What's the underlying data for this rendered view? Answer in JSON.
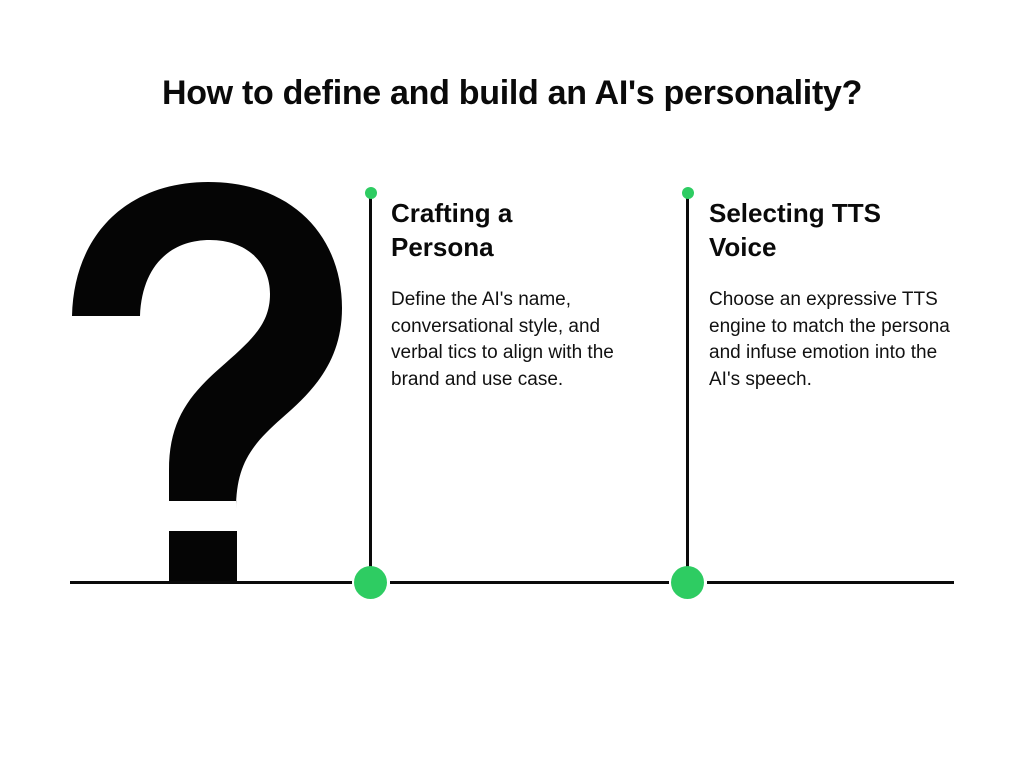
{
  "header": {
    "title": "How to define and build an AI's personality?"
  },
  "graphic": {
    "icon": "question-mark-icon",
    "glyph": "?"
  },
  "steps": [
    {
      "title": "Crafting a Persona",
      "description": "Define the AI's name, conversational style, and verbal tics to align with the brand and use case."
    },
    {
      "title": "Selecting TTS Voice",
      "description": "Choose an expressive TTS engine to match the persona and infuse emotion into the AI's speech."
    }
  ],
  "colors": {
    "accent": "#2ecc62",
    "line": "#0a0a0a",
    "text": "#111111",
    "background": "#ffffff"
  }
}
